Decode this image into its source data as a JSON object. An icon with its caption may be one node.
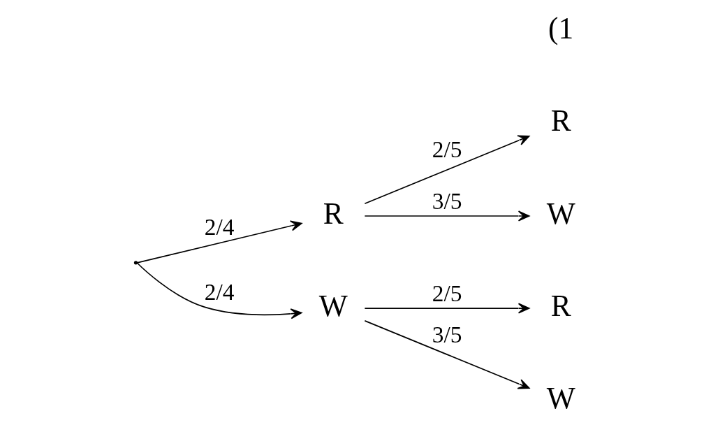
{
  "diagram": {
    "nodes": [
      {
        "text": [],
        "shape": "point"
      },
      {
        "text": [
          "R"
        ]
      },
      {
        "text": [
          "W"
        ]
      },
      {
        "text": [
          "R"
        ]
      },
      {
        "text": [
          "W"
        ]
      },
      {
        "text": [
          "R"
        ]
      },
      {
        "text": [
          "W"
        ]
      }
    ],
    "edges": [
      {
        "from": 0,
        "to": 1,
        "arrow": "to",
        "label": "2/4"
      },
      {
        "from": 0,
        "to": 2,
        "arrow": "to",
        "label": "2/4"
      },
      {
        "from": 1,
        "to": 3,
        "arrow": "to",
        "label": "2/5"
      },
      {
        "from": 1,
        "to": 4,
        "arrow": "to",
        "label": "3/5"
      },
      {
        "from": 2,
        "to": 5,
        "arrow": "to",
        "label": "2/5"
      },
      {
        "from": 2,
        "to": 6,
        "arrow": "to",
        "label": "3/5"
      }
    ],
    "labels": [
      "(1"
    ]
  }
}
